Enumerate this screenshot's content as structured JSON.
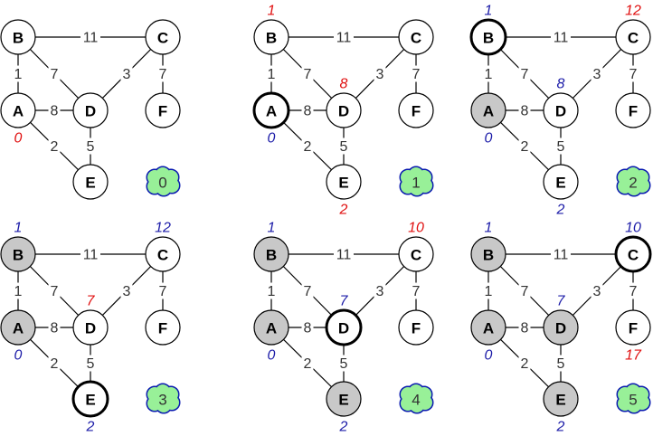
{
  "colors": {
    "tentative": "#e01010",
    "final": "#1c1ca8",
    "visited_fill": "#c8c8c8",
    "unvisited_fill": "#ffffff",
    "cloud_fill": "#98f098",
    "cloud_stroke": "#0a1ab0"
  },
  "graph": {
    "nodes": [
      "A",
      "B",
      "C",
      "D",
      "E",
      "F"
    ],
    "edges": [
      {
        "from": "B",
        "to": "C",
        "weight": "11"
      },
      {
        "from": "B",
        "to": "A",
        "weight": "1"
      },
      {
        "from": "B",
        "to": "D",
        "weight": "7"
      },
      {
        "from": "C",
        "to": "D",
        "weight": "3"
      },
      {
        "from": "C",
        "to": "F",
        "weight": "7"
      },
      {
        "from": "A",
        "to": "D",
        "weight": "8"
      },
      {
        "from": "A",
        "to": "E",
        "weight": "2"
      },
      {
        "from": "D",
        "to": "E",
        "weight": "5"
      }
    ]
  },
  "panels": [
    {
      "step": "0",
      "current": null,
      "visited": [],
      "distances": {
        "A": {
          "value": "0",
          "state": "tentative"
        }
      }
    },
    {
      "step": "1",
      "current": "A",
      "visited": [],
      "distances": {
        "A": {
          "value": "0",
          "state": "final"
        },
        "B": {
          "value": "1",
          "state": "tentative"
        },
        "D": {
          "value": "8",
          "state": "tentative"
        },
        "E": {
          "value": "2",
          "state": "tentative"
        }
      }
    },
    {
      "step": "2",
      "current": "B",
      "visited": [
        "A"
      ],
      "distances": {
        "A": {
          "value": "0",
          "state": "final"
        },
        "B": {
          "value": "1",
          "state": "final"
        },
        "C": {
          "value": "12",
          "state": "tentative"
        },
        "D": {
          "value": "8",
          "state": "final"
        },
        "E": {
          "value": "2",
          "state": "final"
        }
      }
    },
    {
      "step": "3",
      "current": "E",
      "visited": [
        "A",
        "B"
      ],
      "distances": {
        "A": {
          "value": "0",
          "state": "final"
        },
        "B": {
          "value": "1",
          "state": "final"
        },
        "C": {
          "value": "12",
          "state": "final"
        },
        "D": {
          "value": "7",
          "state": "tentative"
        },
        "E": {
          "value": "2",
          "state": "final"
        }
      }
    },
    {
      "step": "4",
      "current": "D",
      "visited": [
        "A",
        "B",
        "E"
      ],
      "distances": {
        "A": {
          "value": "0",
          "state": "final"
        },
        "B": {
          "value": "1",
          "state": "final"
        },
        "C": {
          "value": "10",
          "state": "tentative"
        },
        "D": {
          "value": "7",
          "state": "final"
        },
        "E": {
          "value": "2",
          "state": "final"
        }
      }
    },
    {
      "step": "5",
      "current": "C",
      "visited": [
        "A",
        "B",
        "D",
        "E"
      ],
      "distances": {
        "A": {
          "value": "0",
          "state": "final"
        },
        "B": {
          "value": "1",
          "state": "final"
        },
        "C": {
          "value": "10",
          "state": "final"
        },
        "D": {
          "value": "7",
          "state": "final"
        },
        "E": {
          "value": "2",
          "state": "final"
        },
        "F": {
          "value": "17",
          "state": "tentative"
        }
      }
    }
  ]
}
